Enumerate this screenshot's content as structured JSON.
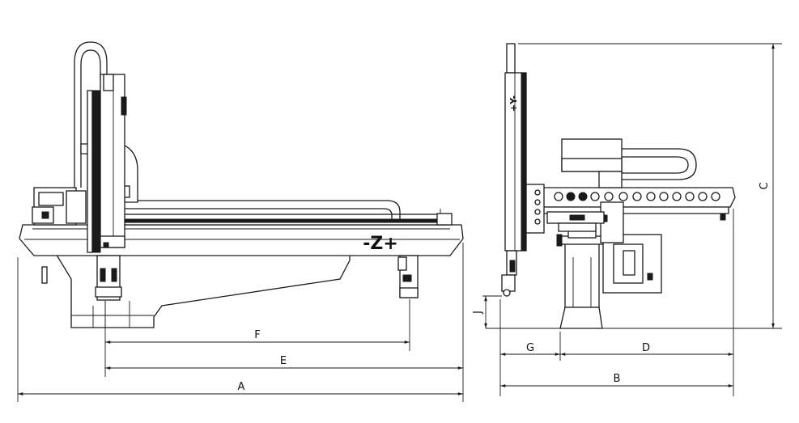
{
  "labels": {
    "axis_z": "-Z+",
    "axis_y": "+Y-"
  },
  "dimensions": {
    "A": "A",
    "B": "B",
    "C": "C",
    "D": "D",
    "E": "E",
    "F": "F",
    "G": "G",
    "J": "J"
  },
  "colors": {
    "line": "#1a1a1a",
    "background": "#ffffff"
  }
}
